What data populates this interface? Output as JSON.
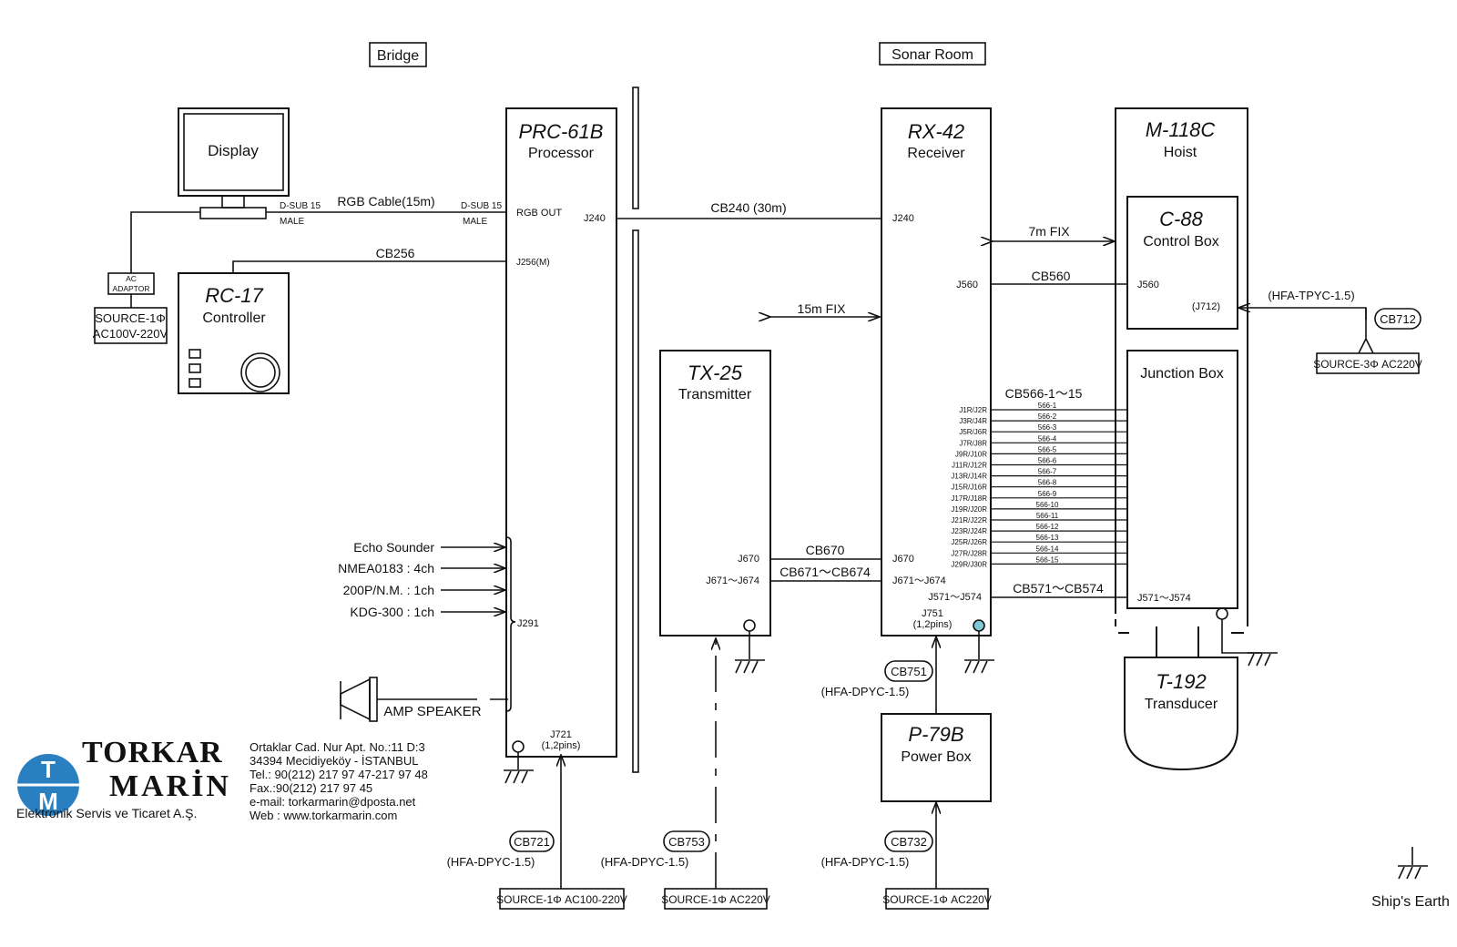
{
  "locations": {
    "bridge": "Bridge",
    "sonar_room": "Sonar Room"
  },
  "units": {
    "display": {
      "name": "Display"
    },
    "controller": {
      "model": "RC-17",
      "name": "Controller"
    },
    "processor": {
      "model": "PRC-61B",
      "name": "Processor"
    },
    "transmitter": {
      "model": "TX-25",
      "name": "Transmitter"
    },
    "receiver": {
      "model": "RX-42",
      "name": "Receiver"
    },
    "hoist": {
      "model": "M-118C",
      "name": "Hoist"
    },
    "control_box": {
      "model": "C-88",
      "name": "Control Box"
    },
    "junction_box": {
      "name": "Junction Box"
    },
    "transducer": {
      "model": "T-192",
      "name": "Transducer"
    },
    "power_box": {
      "model": "P-79B",
      "name": "Power Box"
    }
  },
  "ac_adaptor": {
    "line1": "AC",
    "line2": "ADAPTOR"
  },
  "connectors": {
    "dsub_left": "D-SUB 15",
    "male_left": "MALE",
    "dsub_right": "D-SUB 15",
    "male_right": "MALE",
    "rgb_out": "RGB OUT",
    "j240_proc": "J240",
    "j256": "J256(M)",
    "j291": "J291",
    "j721": "J721",
    "j721_pins": "(1,2pins)",
    "j670_tx": "J670",
    "j671_tx": "J671～J674",
    "j240_rx": "J240",
    "j560_rx": "J560",
    "j670_rx": "J670",
    "j671_rx": "J671～J674",
    "j571_rx": "J571～J574",
    "j751": "J751",
    "j751_pins": "(1,2pins)",
    "j560_cb": "J560",
    "j712": "(J712)",
    "j571_jb": "J571～J574"
  },
  "cables": {
    "rgb": "RGB Cable(15m)",
    "cb256": "CB256",
    "cb240": "CB240 (30m)",
    "fix7": "7m FIX",
    "cb560": "CB560",
    "fix15": "15m FIX",
    "cb566": "CB566-1～15",
    "cb670": "CB670",
    "cb671": "CB671～CB674",
    "cb571": "CB571～CB574",
    "hfa_tpyc": "(HFA-TPYC-1.5)",
    "cb712": "CB712",
    "cb751": "CB751",
    "cb721": "CB721",
    "cb753": "CB753",
    "cb732": "CB732",
    "hfa_dpyc_751": "(HFA-DPYC-1.5)",
    "hfa_dpyc_721": "(HFA-DPYC-1.5)",
    "hfa_dpyc_753": "(HFA-DPYC-1.5)",
    "hfa_dpyc_732": "(HFA-DPYC-1.5)"
  },
  "rx_jacks": [
    "J1R/J2R",
    "J3R/J4R",
    "J5R/J6R",
    "J7R/J8R",
    "J9R/J10R",
    "J11R/J12R",
    "J13R/J14R",
    "J15R/J16R",
    "J17R/J18R",
    "J19R/J20R",
    "J21R/J22R",
    "J23R/J24R",
    "J25R/J26R",
    "J27R/J28R",
    "J29R/J30R"
  ],
  "cable_labels": [
    "566-1",
    "566-2",
    "566-3",
    "566-4",
    "566-5",
    "566-6",
    "566-7",
    "566-8",
    "566-9",
    "566-10",
    "566-11",
    "566-12",
    "566-13",
    "566-14",
    "566-15"
  ],
  "inputs": [
    "Echo Sounder",
    "NMEA0183 : 4ch",
    "200P/N.M. : 1ch",
    "KDG-300 : 1ch"
  ],
  "speaker": "AMP SPEAKER",
  "sources": {
    "display": {
      "line1": "SOURCE-1Φ",
      "line2": "AC100V-220V"
    },
    "hoist": "SOURCE-3Φ AC220V",
    "processor": "SOURCE-1Φ AC100-220V",
    "transmitter": "SOURCE-1Φ AC220V",
    "power": "SOURCE-1Φ AC220V"
  },
  "ships_earth": "Ship's Earth",
  "company": {
    "logo_letters": {
      "top": "T",
      "bottom": "M"
    },
    "name1": "TORKAR",
    "name2": "MARİN",
    "tagline": "Elektronik Servis ve Ticaret A.Ş.",
    "address": [
      "Ortaklar Cad. Nur Apt. No.:11  D:3",
      "34394    Mecidiyeköy - İSTANBUL",
      "Tel.: 90(212) 217 97 47-217 97 48",
      "Fax.:90(212) 217 97 45",
      "e-mail: torkarmarin@dposta.net",
      "Web  :  www.torkarmarin.com"
    ]
  },
  "colors": {
    "line": "#111111",
    "logo_blue": "#2a7fc0",
    "ground_ring": "#7fc8d8"
  }
}
